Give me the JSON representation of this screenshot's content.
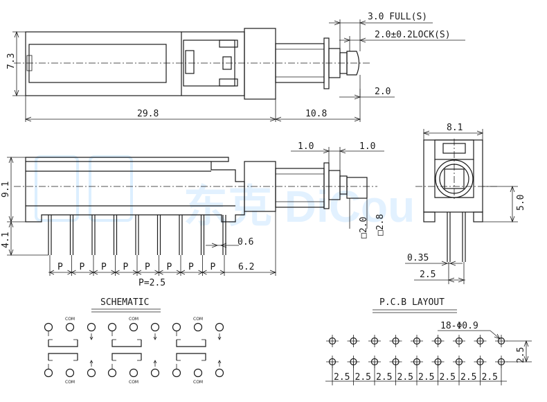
{
  "top_view": {
    "dim_height": "7.3",
    "dim_body_length": "29.8",
    "dim_shaft_length": "10.8",
    "dim_full_travel": "3.0 FULL(S)",
    "dim_lock_travel": "2.0±0.2LOCK(S)",
    "dim_shaft_diam": "2.0"
  },
  "side_view": {
    "dim_height": "9.1",
    "dim_pin_length": "4.1",
    "dim_pin_width": "0.6",
    "dim_pin_pitch_label": "P",
    "dim_pitch_note": "P=2.5",
    "dim_end_offset": "6.2",
    "pin_count": 9
  },
  "shaft_detail": {
    "dim_left": "1.0",
    "dim_right": "1.0",
    "dim_square_outer": "□2.0",
    "dim_square_inner": "□2.8"
  },
  "end_view": {
    "dim_width": "8.1",
    "dim_center_height": "5.0",
    "dim_pin_thickness": "0.35",
    "dim_pin_spacing": "2.5"
  },
  "schematic": {
    "title": "SCHEMATIC",
    "com_label": "COM"
  },
  "pcb_layout": {
    "title": "P.C.B LAYOUT",
    "hole_note": "18-Φ0.9",
    "row_pitch": "2.5",
    "col_pitch_labels": [
      "2.5",
      "2.5",
      "2.5",
      "2.5",
      "2.5",
      "2.5",
      "2.5",
      "2.5"
    ],
    "holes_per_row": 9
  },
  "watermark": {
    "text": "东克 DiCou"
  }
}
